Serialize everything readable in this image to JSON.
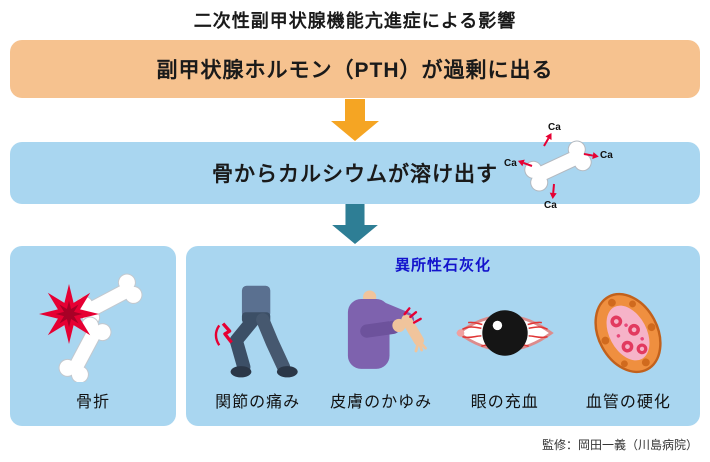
{
  "title": "二次性副甲状腺機能亢進症による影響",
  "flow": {
    "pth_banner": "副甲状腺ホルモン（PTH）が過剰に出る",
    "calcium_banner": "骨からカルシウムが溶け出す",
    "ca_label": "Ca"
  },
  "effects": {
    "ectopic_title": "異所性石灰化",
    "fracture_label": "骨折",
    "items": [
      {
        "label": "関節の痛み"
      },
      {
        "label": "皮膚のかゆみ"
      },
      {
        "label": "眼の充血"
      },
      {
        "label": "血管の硬化"
      }
    ]
  },
  "credit": "監修：岡田一義（川島病院）",
  "colors": {
    "banner_orange": "#f6c28f",
    "banner_blue": "#a9d6f0",
    "arrow_orange": "#f5a523",
    "arrow_teal": "#2e7e95",
    "ectopic_text": "#1313cc",
    "accent_red": "#e60033"
  }
}
